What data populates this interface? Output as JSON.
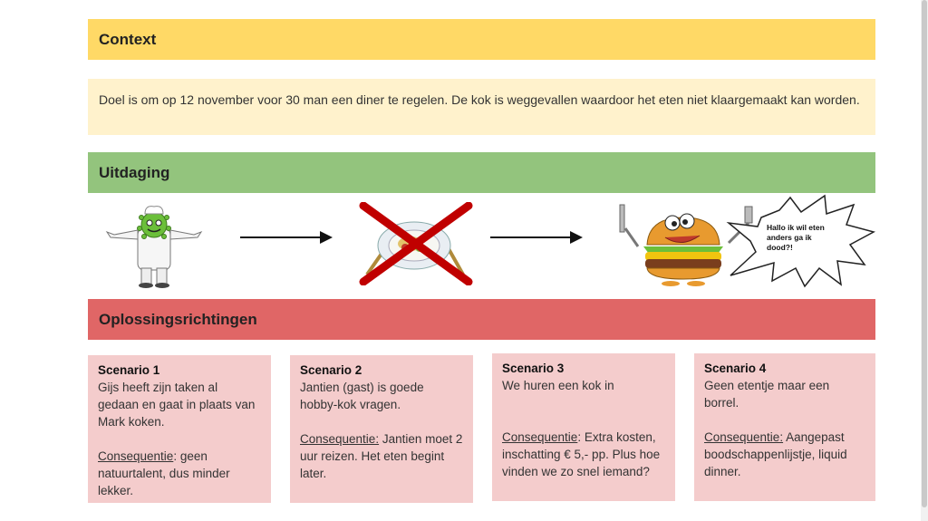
{
  "context": {
    "title": "Context",
    "text": "Doel is om op 12 november voor 30 man een diner te regelen. De kok is weggevallen waardoor het eten niet klaargemaakt kan worden."
  },
  "challenge": {
    "title": "Uitdaging",
    "speech_text": "Hallo ik wil eten anders ga ik dood?!"
  },
  "solutions": {
    "title": "Oplossingsrichtingen",
    "scenarios": [
      {
        "title": "Scenario 1",
        "text": "Gijs heeft zijn taken al gedaan en gaat in plaats van Mark koken.",
        "cons_label": "Consequentie",
        "cons_text": ": geen natuurtalent, dus minder lekker."
      },
      {
        "title": "Scenario 2",
        "text": "Jantien (gast) is goede hobby-kok vragen.",
        "cons_label": "Consequentie:",
        "cons_text": " Jantien moet 2 uur reizen. Het eten begint later."
      },
      {
        "title": "Scenario 3",
        "text": "We huren een kok in",
        "cons_label": "Consequentie",
        "cons_text": ": Extra kosten, inschatting € 5,- pp. Plus hoe vinden we zo snel iemand?"
      },
      {
        "title": "Scenario 4",
        "text": "Geen etentje maar een borrel.",
        "cons_label": "Consequentie:",
        "cons_text": " Aangepast boodschappenlijstje, liquid dinner."
      }
    ]
  },
  "colors": {
    "context_heading": "#ffd966",
    "context_body": "#fff2cc",
    "challenge_heading": "#93c47d",
    "solutions_heading": "#e06666",
    "card": "#f4cccc"
  }
}
